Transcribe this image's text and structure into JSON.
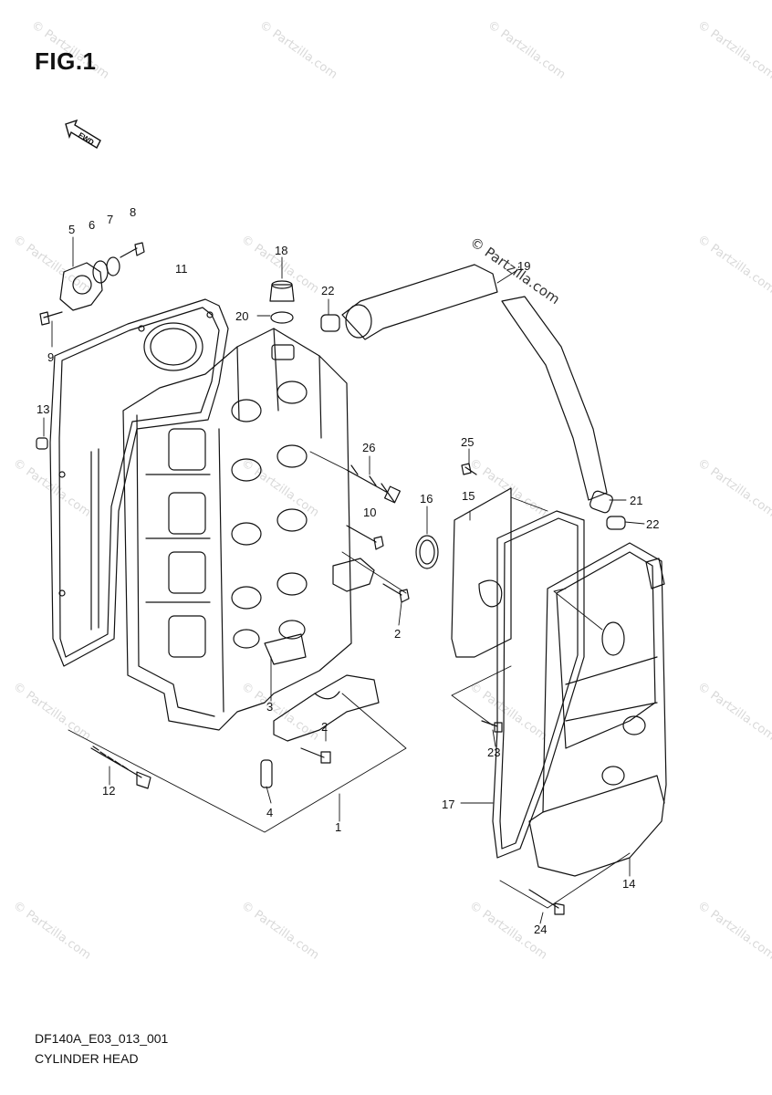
{
  "figure": {
    "title": "FIG.1",
    "direction_label": "FWD",
    "footer_code": "DF140A_E03_013_001",
    "footer_name": "CYLINDER HEAD"
  },
  "watermark": {
    "text": "© Partzilla.com",
    "color": "#d9d9d9"
  },
  "callouts": [
    "1",
    "2",
    "2",
    "3",
    "4",
    "5",
    "6",
    "7",
    "8",
    "9",
    "10",
    "11",
    "12",
    "13",
    "14",
    "15",
    "16",
    "17",
    "18",
    "19",
    "20",
    "21",
    "22",
    "22",
    "23",
    "24",
    "25",
    "26"
  ],
  "colors": {
    "line": "#111111",
    "background": "#ffffff"
  }
}
